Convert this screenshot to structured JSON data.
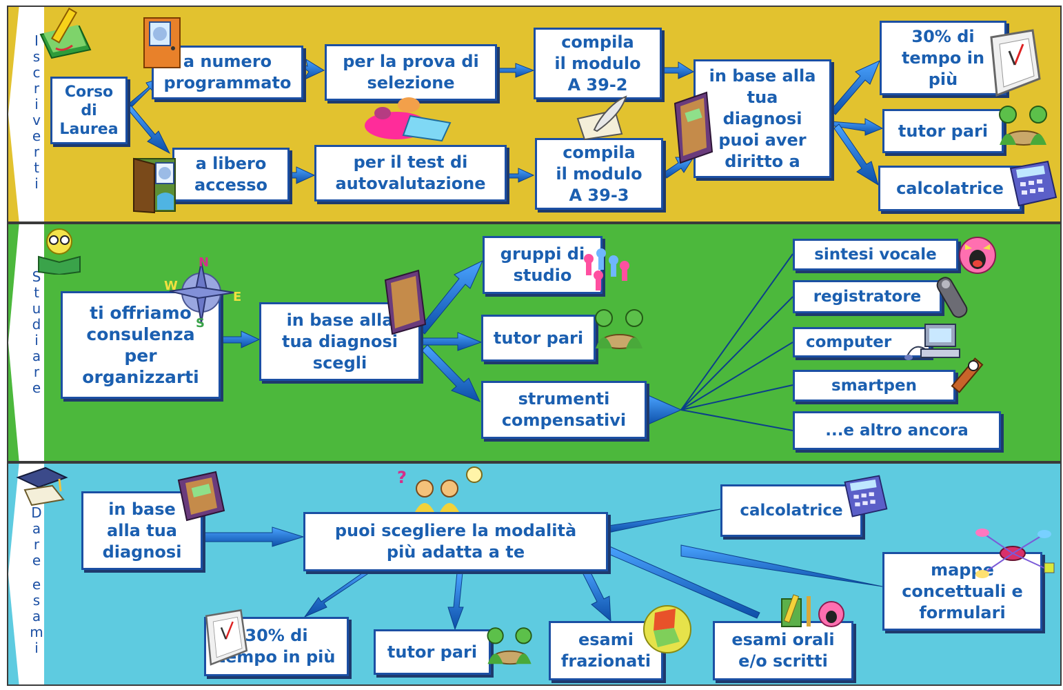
{
  "sections": {
    "iscriviti": {
      "tab": [
        "I",
        "s",
        "c",
        "r",
        "i",
        "v",
        "e",
        "r",
        "t",
        "i"
      ],
      "corso": "Corso\ndi\nLaurea",
      "numero": "a numero\nprogrammato",
      "libero": "a libero\naccesso",
      "prova": "per la prova di\nselezione",
      "test": "per il test di\nautovalutazione",
      "mod2": "compila\nil modulo\nA 39-2",
      "mod3": "compila\nil modulo\nA 39-3",
      "diagnosi": "in base alla\ntua\ndiagnosi\npuoi aver\ndiritto a",
      "tempo": "30% di\ntempo in\npiù",
      "tutor": "tutor pari",
      "calc": "calcolatrice"
    },
    "studiare": {
      "tab": [
        "S",
        "t",
        "u",
        "d",
        "i",
        "a",
        "r",
        "e"
      ],
      "consulenza": "ti offriamo\nconsulenza\nper\norganizzarti",
      "diagnosi": "in base alla\ntua diagnosi\nscegli",
      "gruppi": "gruppi di\nstudio",
      "tutor": "tutor pari",
      "strumenti": "strumenti\ncompensativi",
      "sintesi": "sintesi vocale",
      "registratore": "registratore",
      "computer": "computer",
      "smartpen": "smartpen",
      "altro": "...e altro ancora"
    },
    "dare": {
      "tab": [
        "D",
        "a",
        "r",
        "e",
        " ",
        "e",
        "s",
        "a",
        "m",
        "i"
      ],
      "diagnosi": "in base\nalla tua\ndiagnosi",
      "modalita": "puoi scegliere la modalità\npiù adatta a te",
      "calc": "calcolatrice",
      "mappe": "mappe\nconcettuali e\nformulari",
      "tempo": "30% di\ntempo in più",
      "tutor": "tutor pari",
      "frazionati": "esami\nfrazionati",
      "orali": "esami orali\ne/o scritti"
    }
  },
  "colors": {
    "iscriviti_bg": "#e2c22f",
    "studiare_bg": "#4cb83c",
    "dare_bg": "#5ecbe0",
    "box_border": "#1b4fa3",
    "text": "#1b5fb0",
    "arrow": "#1b6fd0"
  },
  "icons": [
    "pencil-book-icon",
    "door-closed-icon",
    "door-open-icon",
    "students-writing-icon",
    "quill-icon",
    "folder-icon",
    "stopwatch-icon",
    "tutors-icon",
    "calculator-icon",
    "reader-icon",
    "compass-icon",
    "pawns-icon",
    "speaker-face-icon",
    "recorder-icon",
    "computer-icon",
    "smartpen-icon",
    "graduation-cap-icon",
    "thinking-kids-icon",
    "mind-map-icon",
    "texture-icon",
    "exam-tools-icon"
  ]
}
